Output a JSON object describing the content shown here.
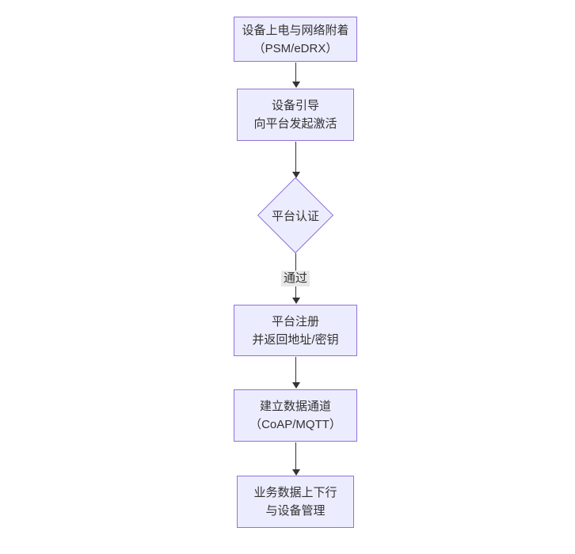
{
  "theme": {
    "canvas_bg": "#ffffff",
    "node_fill": "#ECECFF",
    "node_border": "#9370DB",
    "text_color": "#333333",
    "edge_color": "#333333",
    "edge_label_bg": "#e8e8e8"
  },
  "flowchart": {
    "type": "top-down-flowchart",
    "nodes": [
      {
        "id": "power-attach",
        "shape": "rect",
        "lines": [
          "设备上电与网络附着",
          "（PSM/eDRX）"
        ]
      },
      {
        "id": "bootstrap",
        "shape": "rect",
        "lines": [
          "设备引导",
          "向平台发起激活"
        ]
      },
      {
        "id": "platform-auth",
        "shape": "diamond",
        "lines": [
          "平台认证"
        ]
      },
      {
        "id": "register",
        "shape": "rect",
        "lines": [
          "平台注册",
          "并返回地址/密钥"
        ]
      },
      {
        "id": "data-channel",
        "shape": "rect",
        "lines": [
          "建立数据通道",
          "（CoAP/MQTT）"
        ]
      },
      {
        "id": "business",
        "shape": "rect",
        "lines": [
          "业务数据上下行",
          "与设备管理"
        ]
      }
    ],
    "edges": [
      {
        "from": "power-attach",
        "to": "bootstrap",
        "label": ""
      },
      {
        "from": "bootstrap",
        "to": "platform-auth",
        "label": ""
      },
      {
        "from": "platform-auth",
        "to": "register",
        "label": "通过"
      },
      {
        "from": "register",
        "to": "data-channel",
        "label": ""
      },
      {
        "from": "data-channel",
        "to": "business",
        "label": ""
      }
    ]
  }
}
